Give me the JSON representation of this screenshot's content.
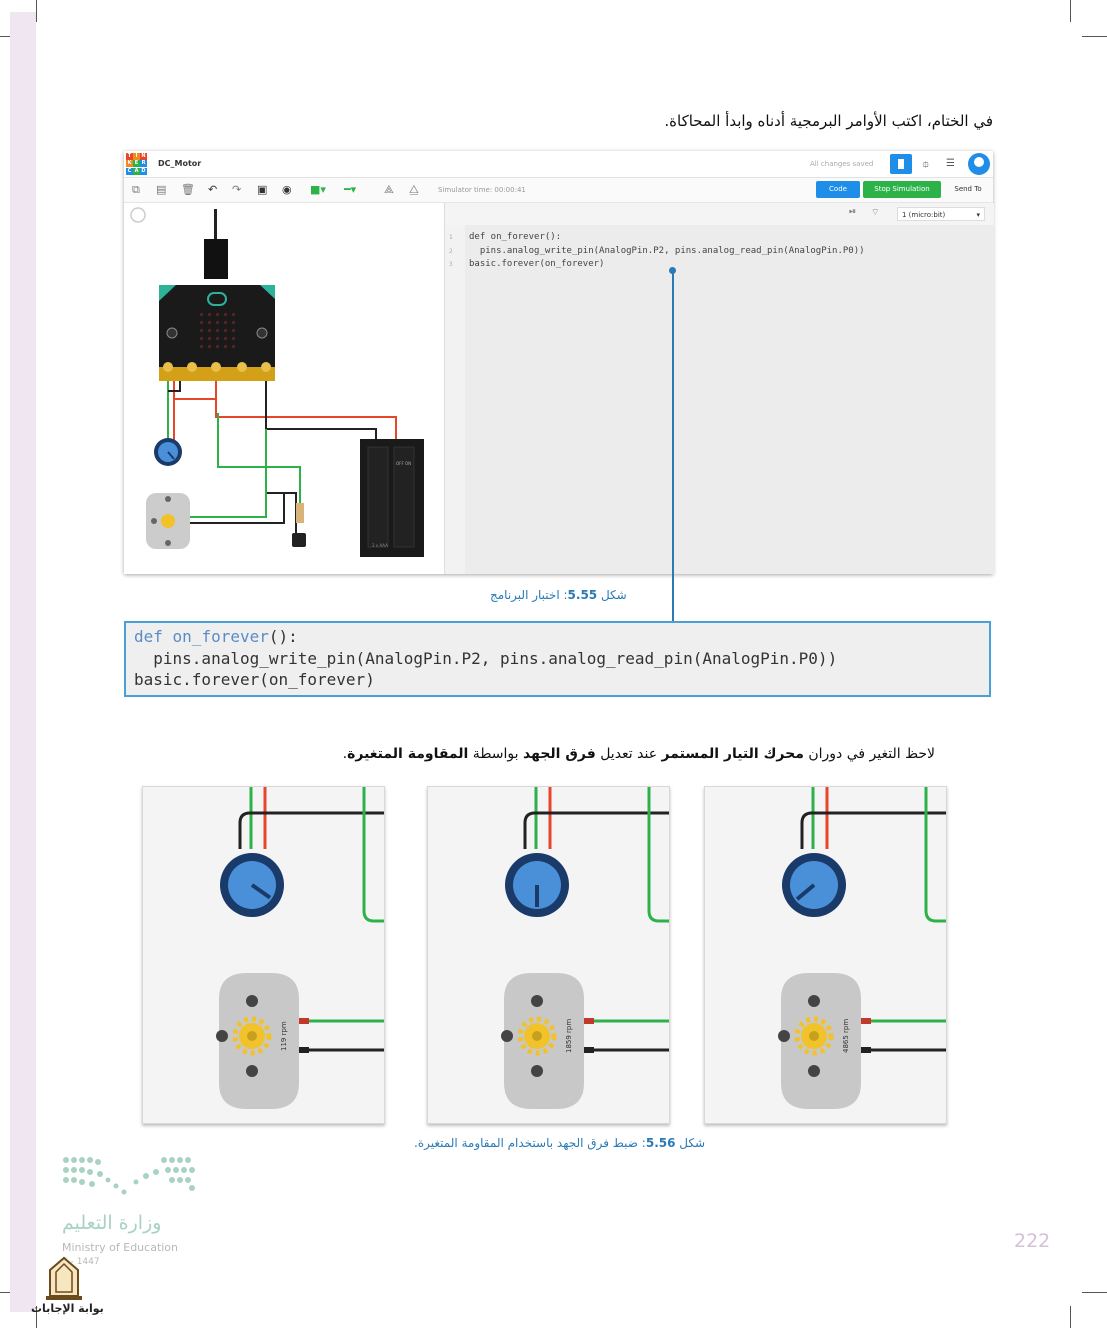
{
  "heading": "في الختام، اكتب الأوامر البرمجية أدناه وابدأ المحاكاة.",
  "tinkercad": {
    "title": "DC_Motor",
    "logo_letters": [
      "T",
      "I",
      "N",
      "K",
      "E",
      "R",
      "C",
      "A",
      "D"
    ],
    "saved": "All changes saved",
    "simtime": "Simulator time: 00:00:41",
    "code_button": "Code",
    "stop_button": "Stop Simulation",
    "send_button": "Send To",
    "microbit_select": "1 (micro:bit)",
    "code_lines": [
      {
        "n": "1",
        "text": "def on_forever():"
      },
      {
        "n": "2",
        "text": "  pins.analog_write_pin(AnalogPin.P2, pins.analog_read_pin(AnalogPin.P0))"
      },
      {
        "n": "3",
        "text": "basic.forever(on_forever)"
      }
    ],
    "battery_label": "2 x AAA",
    "battery_switch": "OFF  ON"
  },
  "caption1": {
    "prefix": "شكل ",
    "num": "5.55",
    "text": ": اختبار البرنامج"
  },
  "code_box": {
    "line1_kw": "def",
    "line1_fn": " on_forever",
    "line1_rest": "():",
    "line2": "  pins.analog_write_pin(AnalogPin.P2, pins.analog_read_pin(AnalogPin.P0))",
    "line3": "basic.forever(on_forever)"
  },
  "heading2": {
    "p1": "لاحظ التغير في دوران ",
    "b1": "محرك التيار المستمر",
    "p2": " عند تعديل ",
    "b2": "فرق الجهد",
    "p3": " بواسطة ",
    "b3": "المقاومة المتغيرة",
    "p4": "."
  },
  "panels": [
    {
      "rpm": "119 rpm",
      "knob_angle": -55
    },
    {
      "rpm": "1859 rpm",
      "knob_angle": 0
    },
    {
      "rpm": "4865 rpm",
      "knob_angle": 50
    }
  ],
  "caption2": {
    "prefix": "شكل ",
    "num": "5.56",
    "text": ": ضبط فرق الجهد باستخدام المقاومة المتغيرة."
  },
  "ministry": {
    "ar": "وزارة التعليم",
    "en": "Ministry of Education",
    "year": "5 - 1447"
  },
  "page_number": "222",
  "portal": "بوابة الإجابات",
  "colors": {
    "accent": "#2a7ab5",
    "tinker_blue": "#1f8ee8",
    "tinker_green": "#2db24a",
    "page_num": "#d6bfd9"
  }
}
